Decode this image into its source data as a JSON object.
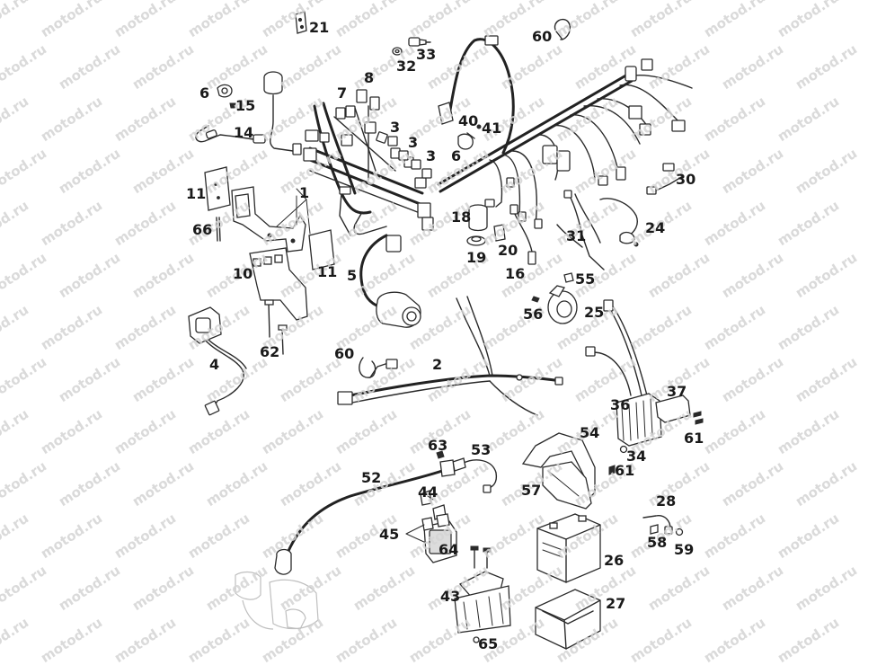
{
  "watermark": "motod.ru",
  "labels": [
    {
      "id": "21",
      "text": "21"
    },
    {
      "id": "60a",
      "text": "60"
    },
    {
      "id": "33",
      "text": "33"
    },
    {
      "id": "32",
      "text": "32"
    },
    {
      "id": "8",
      "text": "8"
    },
    {
      "id": "7",
      "text": "7"
    },
    {
      "id": "6a",
      "text": "6"
    },
    {
      "id": "15",
      "text": "15"
    },
    {
      "id": "3a",
      "text": "3"
    },
    {
      "id": "3b",
      "text": "3"
    },
    {
      "id": "3c",
      "text": "3"
    },
    {
      "id": "14",
      "text": "14"
    },
    {
      "id": "40",
      "text": "40"
    },
    {
      "id": "41",
      "text": "41"
    },
    {
      "id": "6b",
      "text": "6"
    },
    {
      "id": "30",
      "text": "30"
    },
    {
      "id": "11a",
      "text": "11"
    },
    {
      "id": "1",
      "text": "1"
    },
    {
      "id": "18",
      "text": "18"
    },
    {
      "id": "66",
      "text": "66"
    },
    {
      "id": "20",
      "text": "20"
    },
    {
      "id": "31",
      "text": "31"
    },
    {
      "id": "24",
      "text": "24"
    },
    {
      "id": "19",
      "text": "19"
    },
    {
      "id": "11b",
      "text": "11"
    },
    {
      "id": "10",
      "text": "10"
    },
    {
      "id": "5",
      "text": "5"
    },
    {
      "id": "16",
      "text": "16"
    },
    {
      "id": "55",
      "text": "55"
    },
    {
      "id": "56",
      "text": "56"
    },
    {
      "id": "25",
      "text": "25"
    },
    {
      "id": "62",
      "text": "62"
    },
    {
      "id": "4",
      "text": "4"
    },
    {
      "id": "60b",
      "text": "60"
    },
    {
      "id": "2",
      "text": "2"
    },
    {
      "id": "37",
      "text": "37"
    },
    {
      "id": "36",
      "text": "36"
    },
    {
      "id": "61a",
      "text": "61"
    },
    {
      "id": "54",
      "text": "54"
    },
    {
      "id": "63",
      "text": "63"
    },
    {
      "id": "53",
      "text": "53"
    },
    {
      "id": "34",
      "text": "34"
    },
    {
      "id": "61b",
      "text": "61"
    },
    {
      "id": "52",
      "text": "52"
    },
    {
      "id": "57",
      "text": "57"
    },
    {
      "id": "44",
      "text": "44"
    },
    {
      "id": "28",
      "text": "28"
    },
    {
      "id": "45",
      "text": "45"
    },
    {
      "id": "58",
      "text": "58"
    },
    {
      "id": "59",
      "text": "59"
    },
    {
      "id": "64",
      "text": "64"
    },
    {
      "id": "26",
      "text": "26"
    },
    {
      "id": "43",
      "text": "43"
    },
    {
      "id": "27",
      "text": "27"
    },
    {
      "id": "65",
      "text": "65"
    }
  ]
}
